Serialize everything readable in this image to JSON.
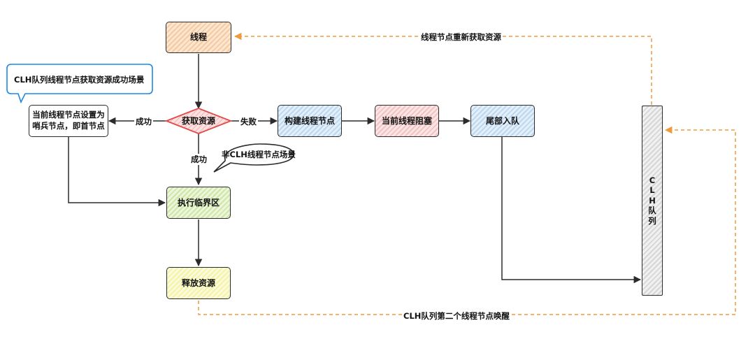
{
  "nodes": {
    "thread": "线程",
    "acquire": "获取资源",
    "build": "构建线程节点",
    "block": "当前线程阻塞",
    "enqueue": "尾部入队",
    "sentinel": "当前线程节点设置为哨兵节点，即首节点",
    "critical": "执行临界区",
    "release": "释放资源",
    "clh_queue": [
      "C",
      "L",
      "H",
      "队",
      "列"
    ]
  },
  "edge_labels": {
    "success_left": "成功",
    "fail": "失败",
    "success_down": "成功",
    "reacquire": "线程节点重新获取资源",
    "wake_second": "CLH队列第二个线程节点唤醒"
  },
  "callouts": {
    "success_scene": "CLH队列线程节点获取资源成功场景",
    "non_clh_scene": "非CLH线程节点场景"
  },
  "colors": {
    "line": "#2b2b2b",
    "dashed": "#ef9a3c",
    "diamond_border": "#e14b4b",
    "callout_border": "#1e88e5"
  }
}
